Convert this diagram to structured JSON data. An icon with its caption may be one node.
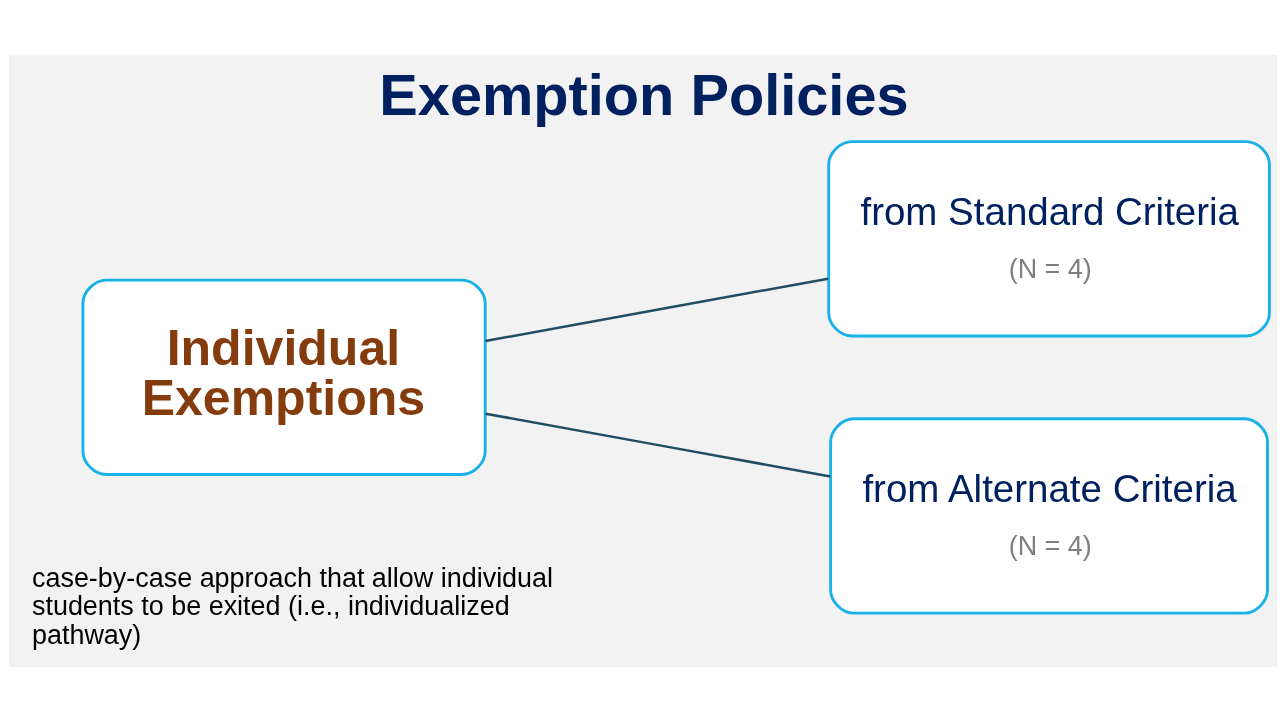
{
  "diagram": {
    "title": "Exemption Policies",
    "nodes": [
      {
        "text": [
          "Individual Exemptions"
        ],
        "beside": [
          "case-by-case approach that allow individual students to be exited (i.e., individualized pathway)"
        ]
      },
      {
        "text": [
          "from Standard Criteria",
          "(N = 4)"
        ]
      },
      {
        "text": [
          "from Alternate Criteria",
          "(N = 4)"
        ]
      }
    ],
    "edges": [
      {
        "from": 0,
        "to": 1,
        "arrow": "none"
      },
      {
        "from": 0,
        "to": 2,
        "arrow": "none"
      }
    ]
  }
}
